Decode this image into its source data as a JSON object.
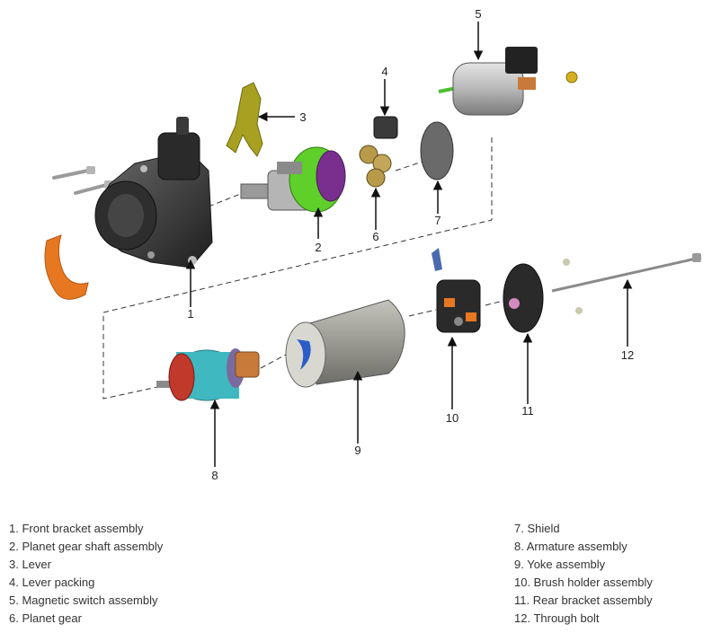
{
  "callout_numbers": [
    "1",
    "2",
    "3",
    "4",
    "5",
    "6",
    "7",
    "8",
    "9",
    "10",
    "11",
    "12"
  ],
  "legend": {
    "left": [
      "1. Front bracket assembly",
      "2. Planet gear shaft assembly",
      "3. Lever",
      "4. Lever packing",
      "5. Magnetic switch assembly",
      "6. Planet gear"
    ],
    "right": [
      "7. Shield",
      "8. Armature assembly",
      "9. Yoke assembly",
      "10. Brush holder assembly",
      "11. Rear bracket assembly",
      "12. Through bolt"
    ]
  },
  "colors": {
    "bracket": "#3a3a3a",
    "planet_shaft_green": "#5fcf2a",
    "planet_shaft_purple": "#7a2f8f",
    "lever": "#a8a020",
    "gasket": "#e87722",
    "armature": "#3fb8c0",
    "armature_red": "#c0392b",
    "commutator": "#c87a3a",
    "yoke": "#9a9a92",
    "yoke_blue": "#2a5dc8",
    "rear_bracket": "#2a2a2a",
    "shield": "#6a6a6a",
    "bolt": "#8a8a8a"
  }
}
